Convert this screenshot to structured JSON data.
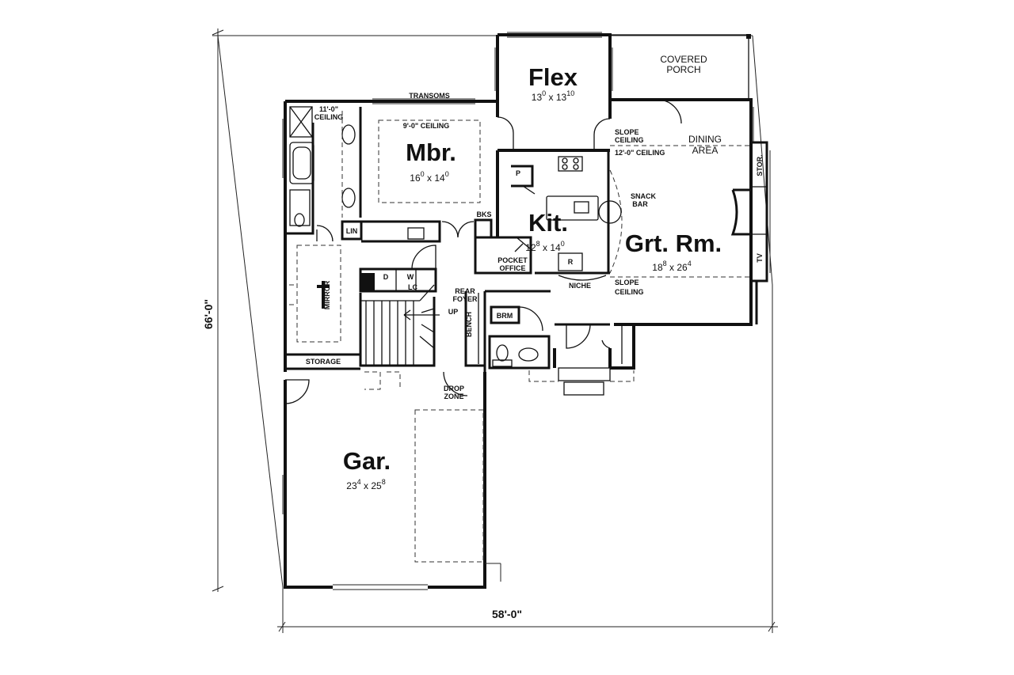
{
  "overall": {
    "width": "58'-0\"",
    "depth": "66'-0\""
  },
  "rooms": {
    "flex": {
      "name": "Flex",
      "w": "13",
      "wi": "0",
      "d": "13",
      "di": "10"
    },
    "mbr": {
      "name": "Mbr.",
      "w": "16",
      "wi": "0",
      "d": "14",
      "di": "0"
    },
    "kit": {
      "name": "Kit.",
      "w": "12",
      "wi": "8",
      "d": "14",
      "di": "0"
    },
    "grtrm": {
      "name": "Grt. Rm.",
      "w": "18",
      "wi": "8",
      "d": "26",
      "di": "4"
    },
    "gar": {
      "name": "Gar.",
      "w": "23",
      "wi": "4",
      "d": "25",
      "di": "8"
    }
  },
  "labels": {
    "covered_porch_1": "COVERED",
    "covered_porch_2": "PORCH",
    "transoms": "TRANSOMS",
    "ceiling_11_1": "11'-0\"",
    "ceiling_11_2": "CEILING",
    "ceiling_9": "9'-0\" CEILING",
    "slope_ceiling_top_1": "SLOPE",
    "slope_ceiling_top_2": "CEILING",
    "ceiling_12": "12'-0\" CEILING",
    "dining_1": "DINING",
    "dining_2": "AREA",
    "stor": "STOR.",
    "tv": "TV",
    "snack_1": "SNACK",
    "snack_2": "BAR",
    "pantry": "P",
    "bks": "BKS",
    "lin": "LIN",
    "d": "D",
    "w": "W",
    "lc": "LC",
    "mirror": "MIRROR",
    "pocket_office_1": "POCKET",
    "pocket_office_2": "OFFICE",
    "fridge": "R",
    "niche": "NICHE",
    "slope_ceiling_bot_1": "SLOPE",
    "slope_ceiling_bot_2": "CEILING",
    "rear_foyer_1": "REAR",
    "rear_foyer_2": "FOYER",
    "up": "UP",
    "bench": "BENCH",
    "brm": "BRM",
    "storage": "STORAGE",
    "drop_zone_1": "DROP",
    "drop_zone_2": "ZONE"
  }
}
